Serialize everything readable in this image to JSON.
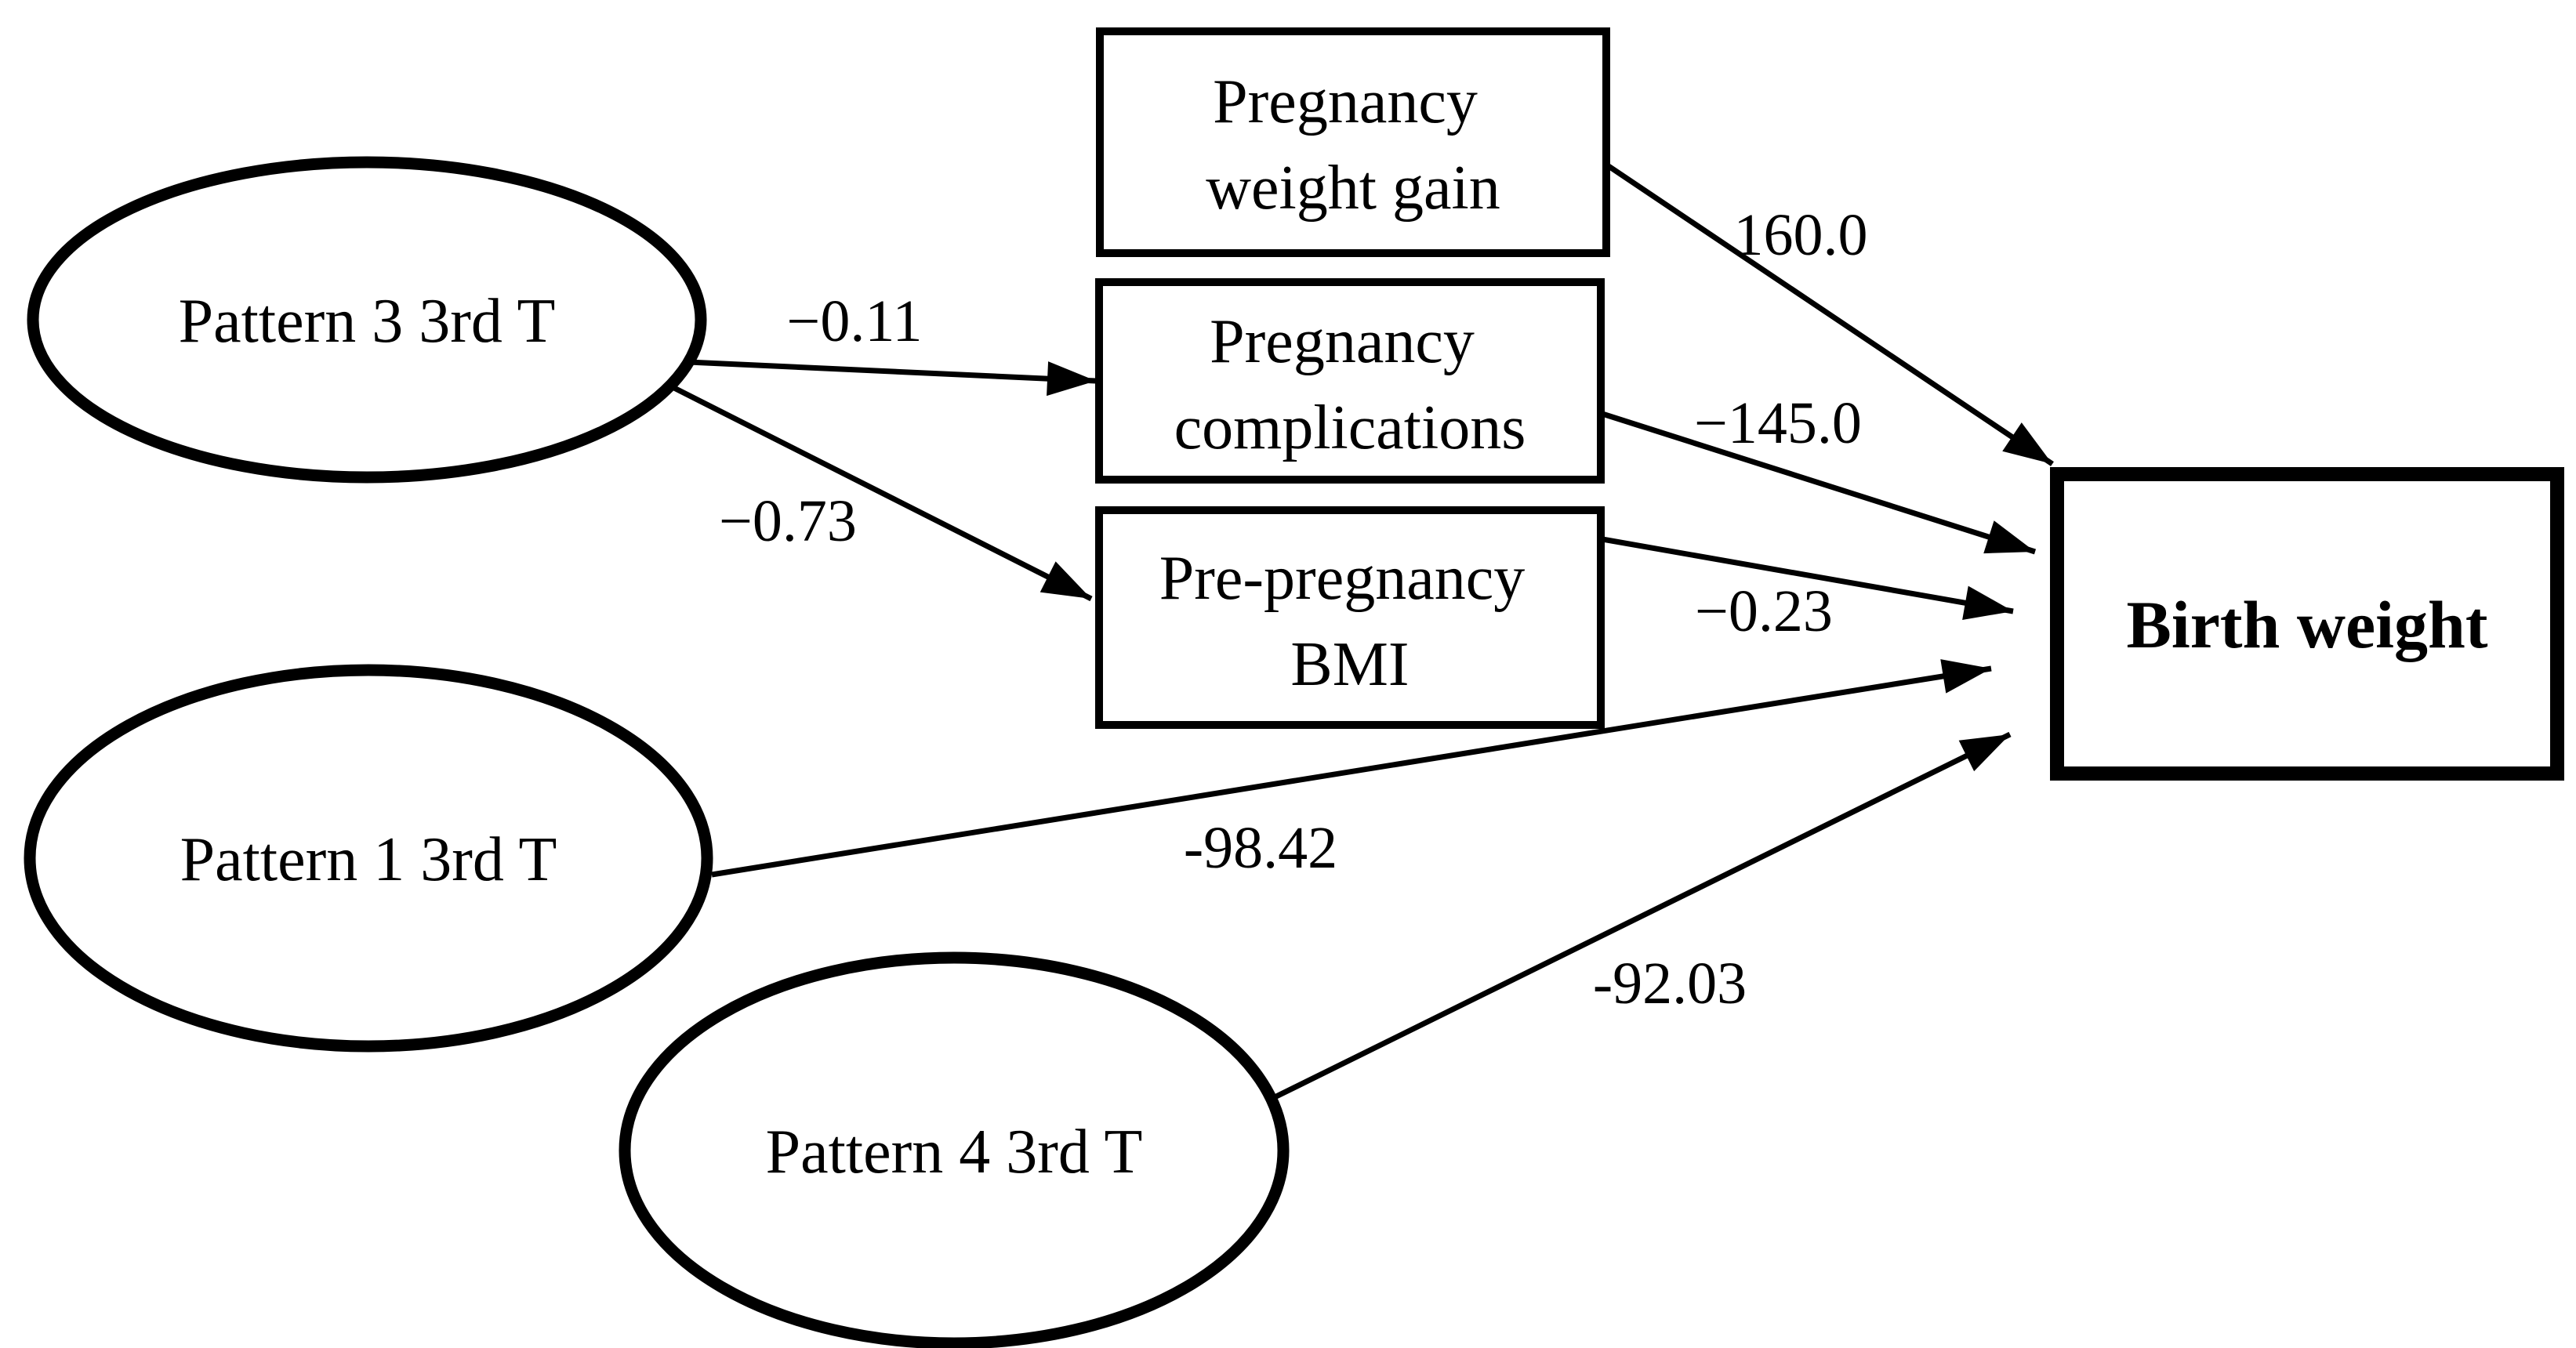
{
  "figure": {
    "description": "Path diagram of dietary pattern effects on birth weight",
    "colors": {
      "background": "#ffffff",
      "ink": "#000000"
    }
  },
  "nodes": {
    "pattern3": {
      "label": "Pattern 3 3rd T",
      "shape": "ellipse"
    },
    "pattern1": {
      "label": "Pattern 1 3rd T",
      "shape": "ellipse"
    },
    "pattern4": {
      "label": "Pattern 4 3rd T",
      "shape": "ellipse"
    },
    "weight_gain": {
      "line1": "Pregnancy",
      "line2": "weight gain",
      "shape": "rectangle"
    },
    "complications": {
      "line1": "Pregnancy",
      "line2": "complications",
      "shape": "rectangle"
    },
    "bmi": {
      "line1": "Pre-pregnancy",
      "line2": "BMI",
      "shape": "rectangle"
    },
    "birth_weight": {
      "label": "Birth weight",
      "shape": "rectangle-bold"
    }
  },
  "edges": [
    {
      "from": "pattern3",
      "to": "complications",
      "coef": "−0.11"
    },
    {
      "from": "pattern3",
      "to": "bmi",
      "coef": "−0.73"
    },
    {
      "from": "weight_gain",
      "to": "birth_weight",
      "coef": "160.0"
    },
    {
      "from": "complications",
      "to": "birth_weight",
      "coef": "−145.0"
    },
    {
      "from": "bmi",
      "to": "birth_weight",
      "coef": "−0.23"
    },
    {
      "from": "pattern1",
      "to": "birth_weight",
      "coef": "-98.42"
    },
    {
      "from": "pattern4",
      "to": "birth_weight",
      "coef": "-92.03"
    }
  ]
}
